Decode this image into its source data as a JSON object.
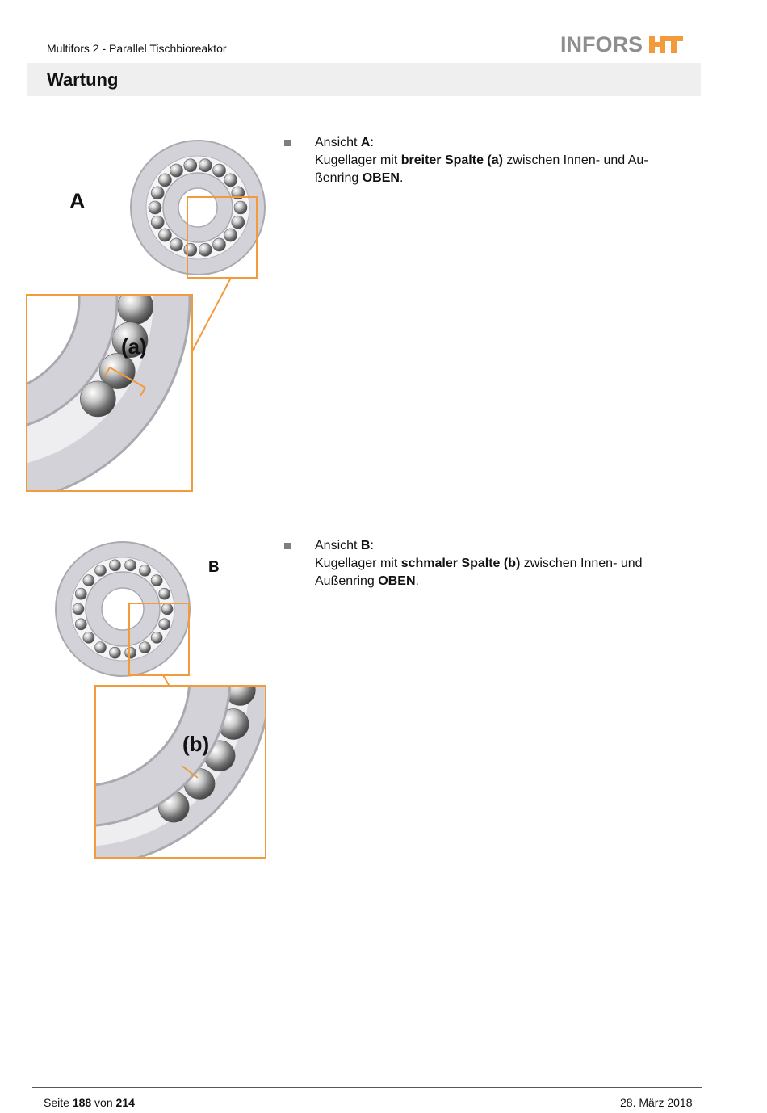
{
  "header": {
    "doc_title": "Multifors 2 - Parallel Tischbioreaktor",
    "logo_text": "INFORS",
    "logo_suffix": "HT",
    "section_title": "Wartung"
  },
  "view_a": {
    "figure_letter": "A",
    "gap_label": "(a)",
    "line1_prefix": "Ansicht ",
    "line1_bold": "A",
    "line1_suffix": ":",
    "line2_prefix": "Kugellager mit ",
    "line2_bold": "breiter Spalte (a)",
    "line2_suffix": " zwischen Innen- und Au-",
    "line3_prefix": "ßenring ",
    "line3_bold": "OBEN",
    "line3_suffix": "."
  },
  "view_b": {
    "figure_letter": "B",
    "gap_label": "(b)",
    "line1_prefix": "Ansicht ",
    "line1_bold": "B",
    "line1_suffix": ":",
    "line2_prefix": "Kugellager mit ",
    "line2_bold": "schmaler Spalte (b)",
    "line2_suffix": " zwischen Innen- und",
    "line3_prefix": "Außenring ",
    "line3_bold": "OBEN",
    "line3_suffix": "."
  },
  "footer": {
    "page_prefix": "Seite ",
    "page_current": "188",
    "page_mid": " von ",
    "page_total": "214",
    "date": "28. März 2018"
  },
  "colors": {
    "accent": "#f39a3a",
    "ring": "#d2d2d8",
    "ring_edge": "#a9a9b0",
    "logo_grey": "#8e8e8e",
    "header_bar": "#efefef"
  }
}
